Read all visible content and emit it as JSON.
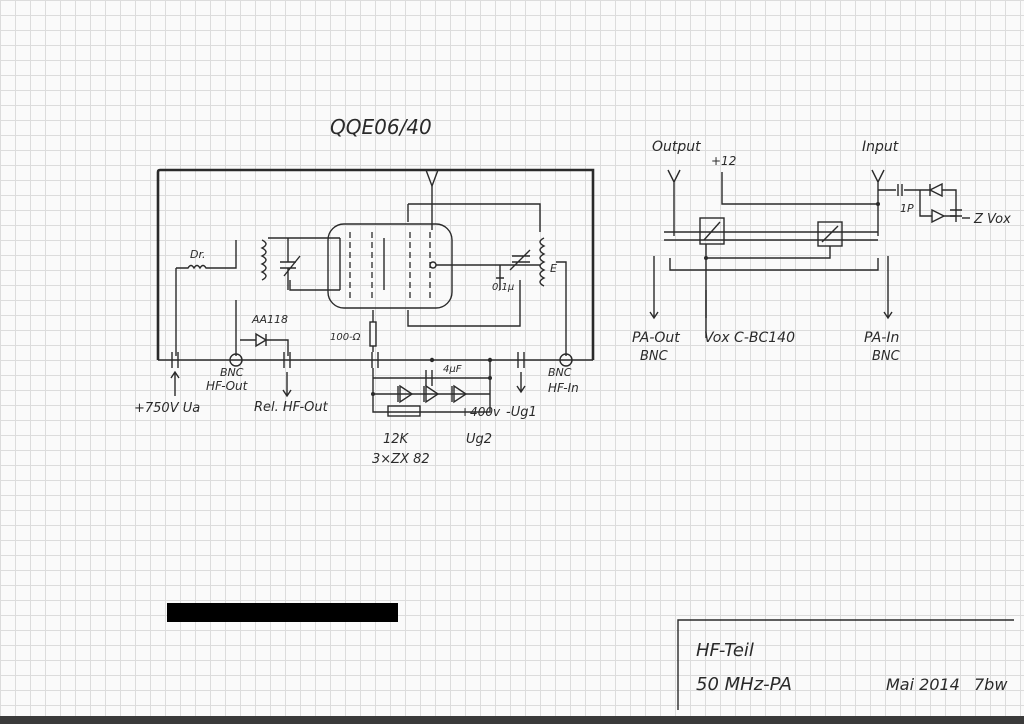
{
  "tube": {
    "title": "QQE06/40"
  },
  "pa_labels": {
    "choke": "Dr.",
    "diode": "AA118",
    "resistor_anode": "100-Ω",
    "cap_4uf": "4μF",
    "cap_01u": "0,1μ",
    "anode_supply": "+750V Ua",
    "bnc_out": "BNC",
    "hf_out": "HF-Out",
    "rel_hf_out": "Rel. HF-Out",
    "plus400": "+400v",
    "ug1": "-Ug1",
    "ug2": "Ug2",
    "r12k": "12K",
    "zener": "3×ZX 82",
    "bnc_in": "BNC",
    "hf_in": "HF-In",
    "e_label": "E"
  },
  "relay": {
    "output": "Output",
    "input": "Input",
    "plus12": "+12",
    "cap_1p": "1P",
    "zvox": "Z Vox",
    "pa_out": "PA-Out",
    "pa_out_bnc": "BNC",
    "vox": "Vox C-BC140",
    "pa_in": "PA-In",
    "pa_in_bnc": "BNC"
  },
  "title_block": {
    "line1": "HF-Teil",
    "line2": "50 MHz-PA",
    "date": "Mai 2014",
    "author": "7bw"
  }
}
